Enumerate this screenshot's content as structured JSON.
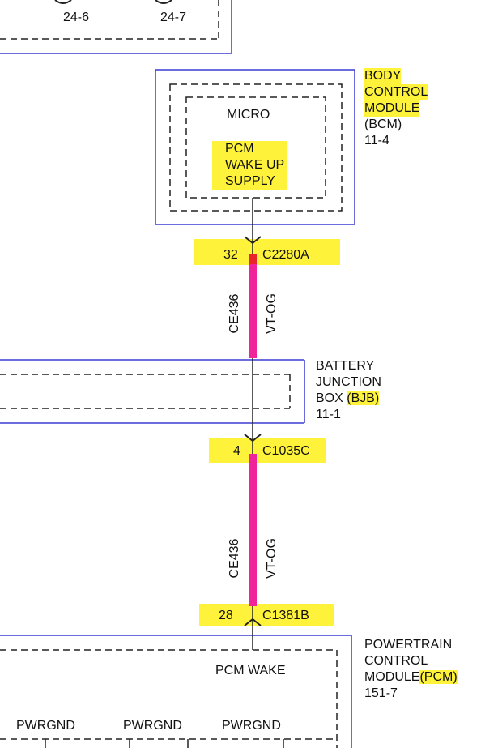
{
  "top_fragment": {
    "pins": [
      "24-6",
      "24-7"
    ]
  },
  "bcm": {
    "name_lines": [
      "BODY",
      "CONTROL",
      "MODULE",
      "(BCM)"
    ],
    "ref": "11-4",
    "micro_label": "MICRO",
    "supply_lines": [
      "PCM",
      "WAKE UP",
      "SUPPLY"
    ]
  },
  "conn_bcm": {
    "pin": "32",
    "connector": "C2280A"
  },
  "wire": {
    "circuit": "CE436",
    "color": "VT-OG"
  },
  "bjb": {
    "name_lines": [
      "BATTERY",
      "JUNCTION"
    ],
    "box_word": "BOX",
    "abbr": "(BJB)",
    "ref": "11-1"
  },
  "conn_bjb": {
    "pin": "4",
    "connector": "C1035C"
  },
  "conn_pcm": {
    "pin": "28",
    "connector": "C1381B"
  },
  "pcm": {
    "name_lines": [
      "POWERTRAIN",
      "CONTROL"
    ],
    "module_word": "MODULE",
    "abbr": "(PCM)",
    "ref": "151-7",
    "wake_label": "PCM WAKE",
    "gnd_labels": [
      "PWRGND",
      "PWRGND",
      "PWRGND"
    ]
  },
  "colors": {
    "module_border": "#3b3bd4",
    "wire": "#f0239a",
    "highlight": "#fff23a",
    "pin_red": "#e8262a"
  }
}
